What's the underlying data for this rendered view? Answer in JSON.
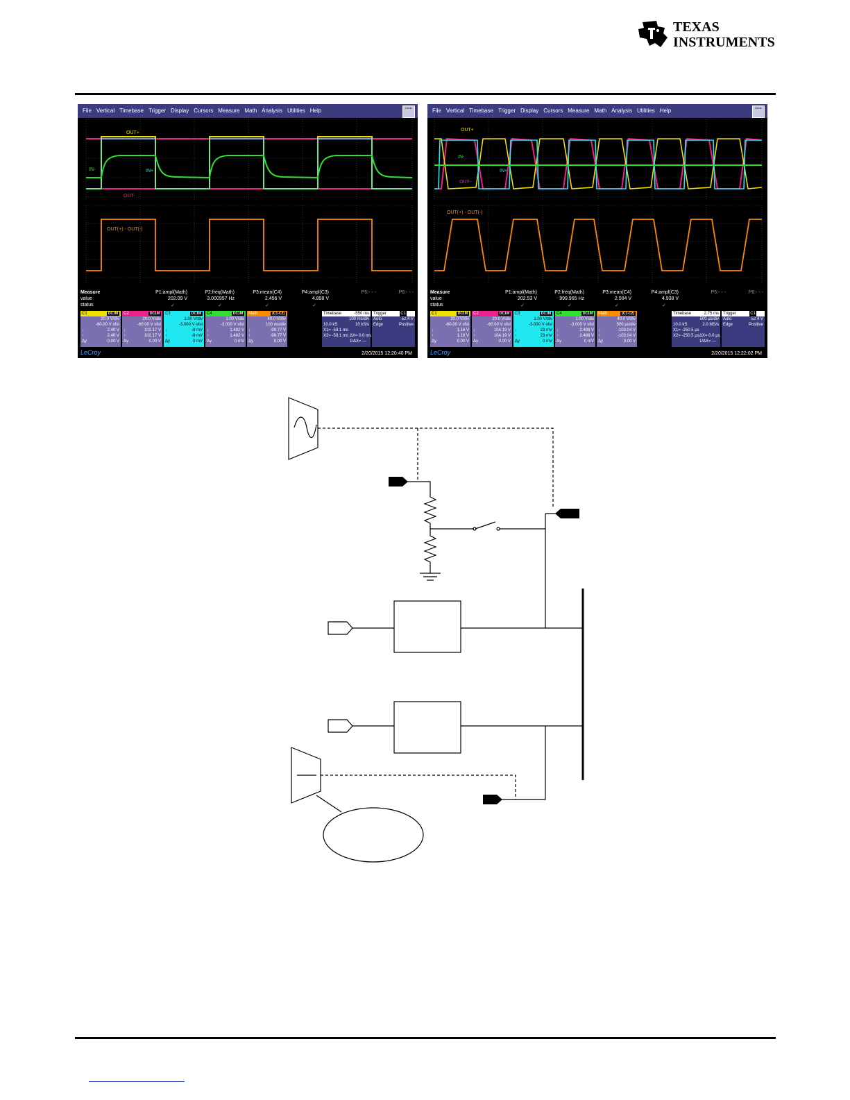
{
  "header": {
    "logo_line1": "Texas",
    "logo_line2": "Instruments"
  },
  "scope_left": {
    "menu": [
      "File",
      "Vertical",
      "Timebase",
      "Trigger",
      "Display",
      "Cursors",
      "Measure",
      "Math",
      "Analysis",
      "Utilities",
      "Help"
    ],
    "help_box": "Undo",
    "trace_labels": {
      "out_plus": "OUT+",
      "in_minus": "IN-",
      "in_plus": "IN+",
      "out_minus": "OUT-",
      "math": "OUT(+) - OUT(-)"
    },
    "measure": {
      "title": "Measure",
      "value_label": "value",
      "status_label": "status",
      "params": [
        "P1:ampl(Math)",
        "P2:freq(Math)",
        "P3:mean(C4)",
        "P4:ampl(C3)",
        "P5:- - -",
        "P6:- - -"
      ],
      "values": [
        "202.09 V",
        "3.000957 Hz",
        "2.456 V",
        "4.898 V",
        "",
        ""
      ]
    },
    "channels": [
      {
        "name": "C1",
        "coupling": "DC1M",
        "color": "#f0e000",
        "l1": "20.0 V/div",
        "l2": "-60.00 V ofst",
        "l3k": "↓",
        "l3": "2.40 V",
        "l4k": "↑",
        "l4": "2.40 V",
        "l5k": "Δy",
        "l5": "0.00 V"
      },
      {
        "name": "C2",
        "coupling": "DC1M",
        "color": "#f0208a",
        "l1": "20.0 V/div",
        "l2": "-60.00 V ofst",
        "l3k": "↓",
        "l3": "102.17 V",
        "l4k": "↑",
        "l4": "102.17 V",
        "l5k": "Δy",
        "l5": "0.00 V"
      },
      {
        "name": "C3",
        "coupling": "DC1M",
        "color": "#20e8f0",
        "l1": "1.00 V/div",
        "l2": "-3.000 V ofst",
        "l3k": "↓",
        "l3": "-8 mV",
        "l4k": "↑",
        "l4": "-8 mV",
        "l5k": "Δy",
        "l5": "0 mV"
      },
      {
        "name": "C4",
        "coupling": "DC1M",
        "color": "#30e030",
        "l1": "1.00 V/div",
        "l2": "-3.000 V ofst",
        "l3k": "↓",
        "l3": "1.482 V",
        "l4k": "↑",
        "l4": "1.482 V",
        "l5k": "Δy",
        "l5": "0 mV"
      },
      {
        "name": "Math",
        "coupling": "(C1-C2)",
        "color": "#ff8a00",
        "l1": "40.0 V/div",
        "l2": "100 ms/div",
        "l3k": "↓",
        "l3": "-99.77 V",
        "l4k": "↑",
        "l4": "-99.77 V",
        "l5k": "Δy",
        "l5": "0.00 V"
      }
    ],
    "timebase": {
      "label": "Timebase",
      "value": "-550 ms",
      "l2a": "100 ms/div",
      "l3a": "10.0 kS",
      "l3b": "10 kS/s",
      "x1": "X1= -50.1 ms",
      "dx": "ΔX= 0.0 ms",
      "x2": "X2= -50.1 ms",
      "idx": "1/ΔX= ---"
    },
    "trigger": {
      "label": "Trigger",
      "ch": "C1",
      "coupling": "DC",
      "mode": "Auto",
      "level": "52.4 V",
      "type": "Edge",
      "slope": "Positive"
    },
    "brand": "LeCroy",
    "timestamp": "2/20/2015 12:20:40 PM"
  },
  "scope_right": {
    "menu": [
      "File",
      "Vertical",
      "Timebase",
      "Trigger",
      "Display",
      "Cursors",
      "Measure",
      "Math",
      "Analysis",
      "Utilities",
      "Help"
    ],
    "help_box": "Undo",
    "trace_labels": {
      "out_plus": "OUT+",
      "in_minus": "IN-",
      "in_plus": "IN+",
      "out_minus": "OUT-",
      "math": "OUT(+) - OUT(-)"
    },
    "measure": {
      "title": "Measure",
      "value_label": "value",
      "status_label": "status",
      "params": [
        "P1:ampl(Math)",
        "P2:freq(Math)",
        "P3:mean(C4)",
        "P4:ampl(C3)",
        "P5:- - -",
        "P6:- - -"
      ],
      "values": [
        "202.53 V",
        "999.965 Hz",
        "2.504 V",
        "4.938 V",
        "",
        ""
      ]
    },
    "channels": [
      {
        "name": "C1",
        "coupling": "DC1M",
        "color": "#f0e000",
        "l1": "20.0 V/div",
        "l2": "-60.00 V ofst",
        "l3k": "↓",
        "l3": "1.16 V",
        "l4k": "↑",
        "l4": "1.16 V",
        "l5k": "Δy",
        "l5": "0.00 V"
      },
      {
        "name": "C2",
        "coupling": "DC1M",
        "color": "#f0208a",
        "l1": "20.0 V/div",
        "l2": "-60.00 V ofst",
        "l3k": "↓",
        "l3": "104.19 V",
        "l4k": "↑",
        "l4": "104.19 V",
        "l5k": "Δy",
        "l5": "0.00 V"
      },
      {
        "name": "C3",
        "coupling": "DC1M",
        "color": "#20e8f0",
        "l1": "1.00 V/div",
        "l2": "-3.000 V ofst",
        "l3k": "↓",
        "l3": "23 mV",
        "l4k": "↑",
        "l4": "23 mV",
        "l5k": "Δy",
        "l5": "0 mV"
      },
      {
        "name": "C4",
        "coupling": "DC1M",
        "color": "#30e030",
        "l1": "1.00 V/div",
        "l2": "-3.000 V ofst",
        "l3k": "↓",
        "l3": "2.488 V",
        "l4k": "↑",
        "l4": "2.488 V",
        "l5k": "Δy",
        "l5": "0 mV"
      },
      {
        "name": "Math",
        "coupling": "(C1-C2)",
        "color": "#ff8a00",
        "l1": "40.0 V/div",
        "l2": "500 µs/div",
        "l3k": "↓",
        "l3": "-103.04 V",
        "l4k": "↑",
        "l4": "-103.04 V",
        "l5k": "Δy",
        "l5": "0.00 V"
      }
    ],
    "timebase": {
      "label": "Timebase",
      "value": "2.75 ms",
      "l2a": "500 µs/div",
      "l3a": "10.0 kS",
      "l3b": "2.0 MS/s",
      "x1": "X1= -250.5 µs",
      "dx": "ΔX= 0.0 µs",
      "x2": "X2= -250.5 µs",
      "idx": "1/ΔX= ---"
    },
    "trigger": {
      "label": "Trigger",
      "ch": "C1",
      "coupling": "DC",
      "mode": "Auto",
      "level": "52.4 V",
      "type": "Edge",
      "slope": "Positive"
    },
    "brand": "LeCroy",
    "timestamp": "2/20/2015 12:22:02 PM"
  },
  "colors": {
    "c1": "#f0e000",
    "c2": "#f0208a",
    "c3": "#20e8f0",
    "c4": "#30e030",
    "math": "#ff8a00",
    "menubar": "#3d3b80",
    "ti_red": "#cc0000"
  }
}
